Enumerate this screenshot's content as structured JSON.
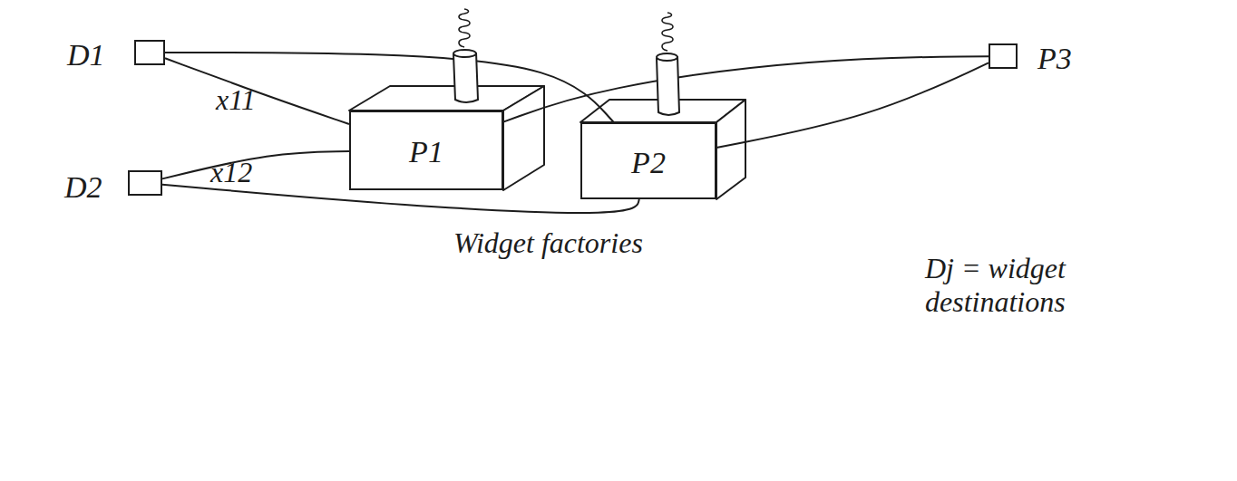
{
  "diagram": {
    "nodes": [
      {
        "text": [
          "D1"
        ]
      },
      {
        "text": [
          "D2"
        ]
      },
      {
        "text": [
          "P1"
        ]
      },
      {
        "text": [
          "P2"
        ]
      },
      {
        "text": [
          "P3"
        ]
      }
    ],
    "edges": [
      {
        "from": 0,
        "to": 2,
        "arrow": "none",
        "label": "x11"
      },
      {
        "from": 1,
        "to": 2,
        "arrow": "none",
        "label": "x12"
      },
      {
        "from": 0,
        "to": 3,
        "arrow": "none"
      },
      {
        "from": 1,
        "to": 3,
        "arrow": "none"
      },
      {
        "from": 2,
        "to": 4,
        "arrow": "none"
      },
      {
        "from": 3,
        "to": 4,
        "arrow": "none"
      }
    ],
    "labels": [
      "Widget factories",
      "Dj = widget destinations"
    ]
  }
}
